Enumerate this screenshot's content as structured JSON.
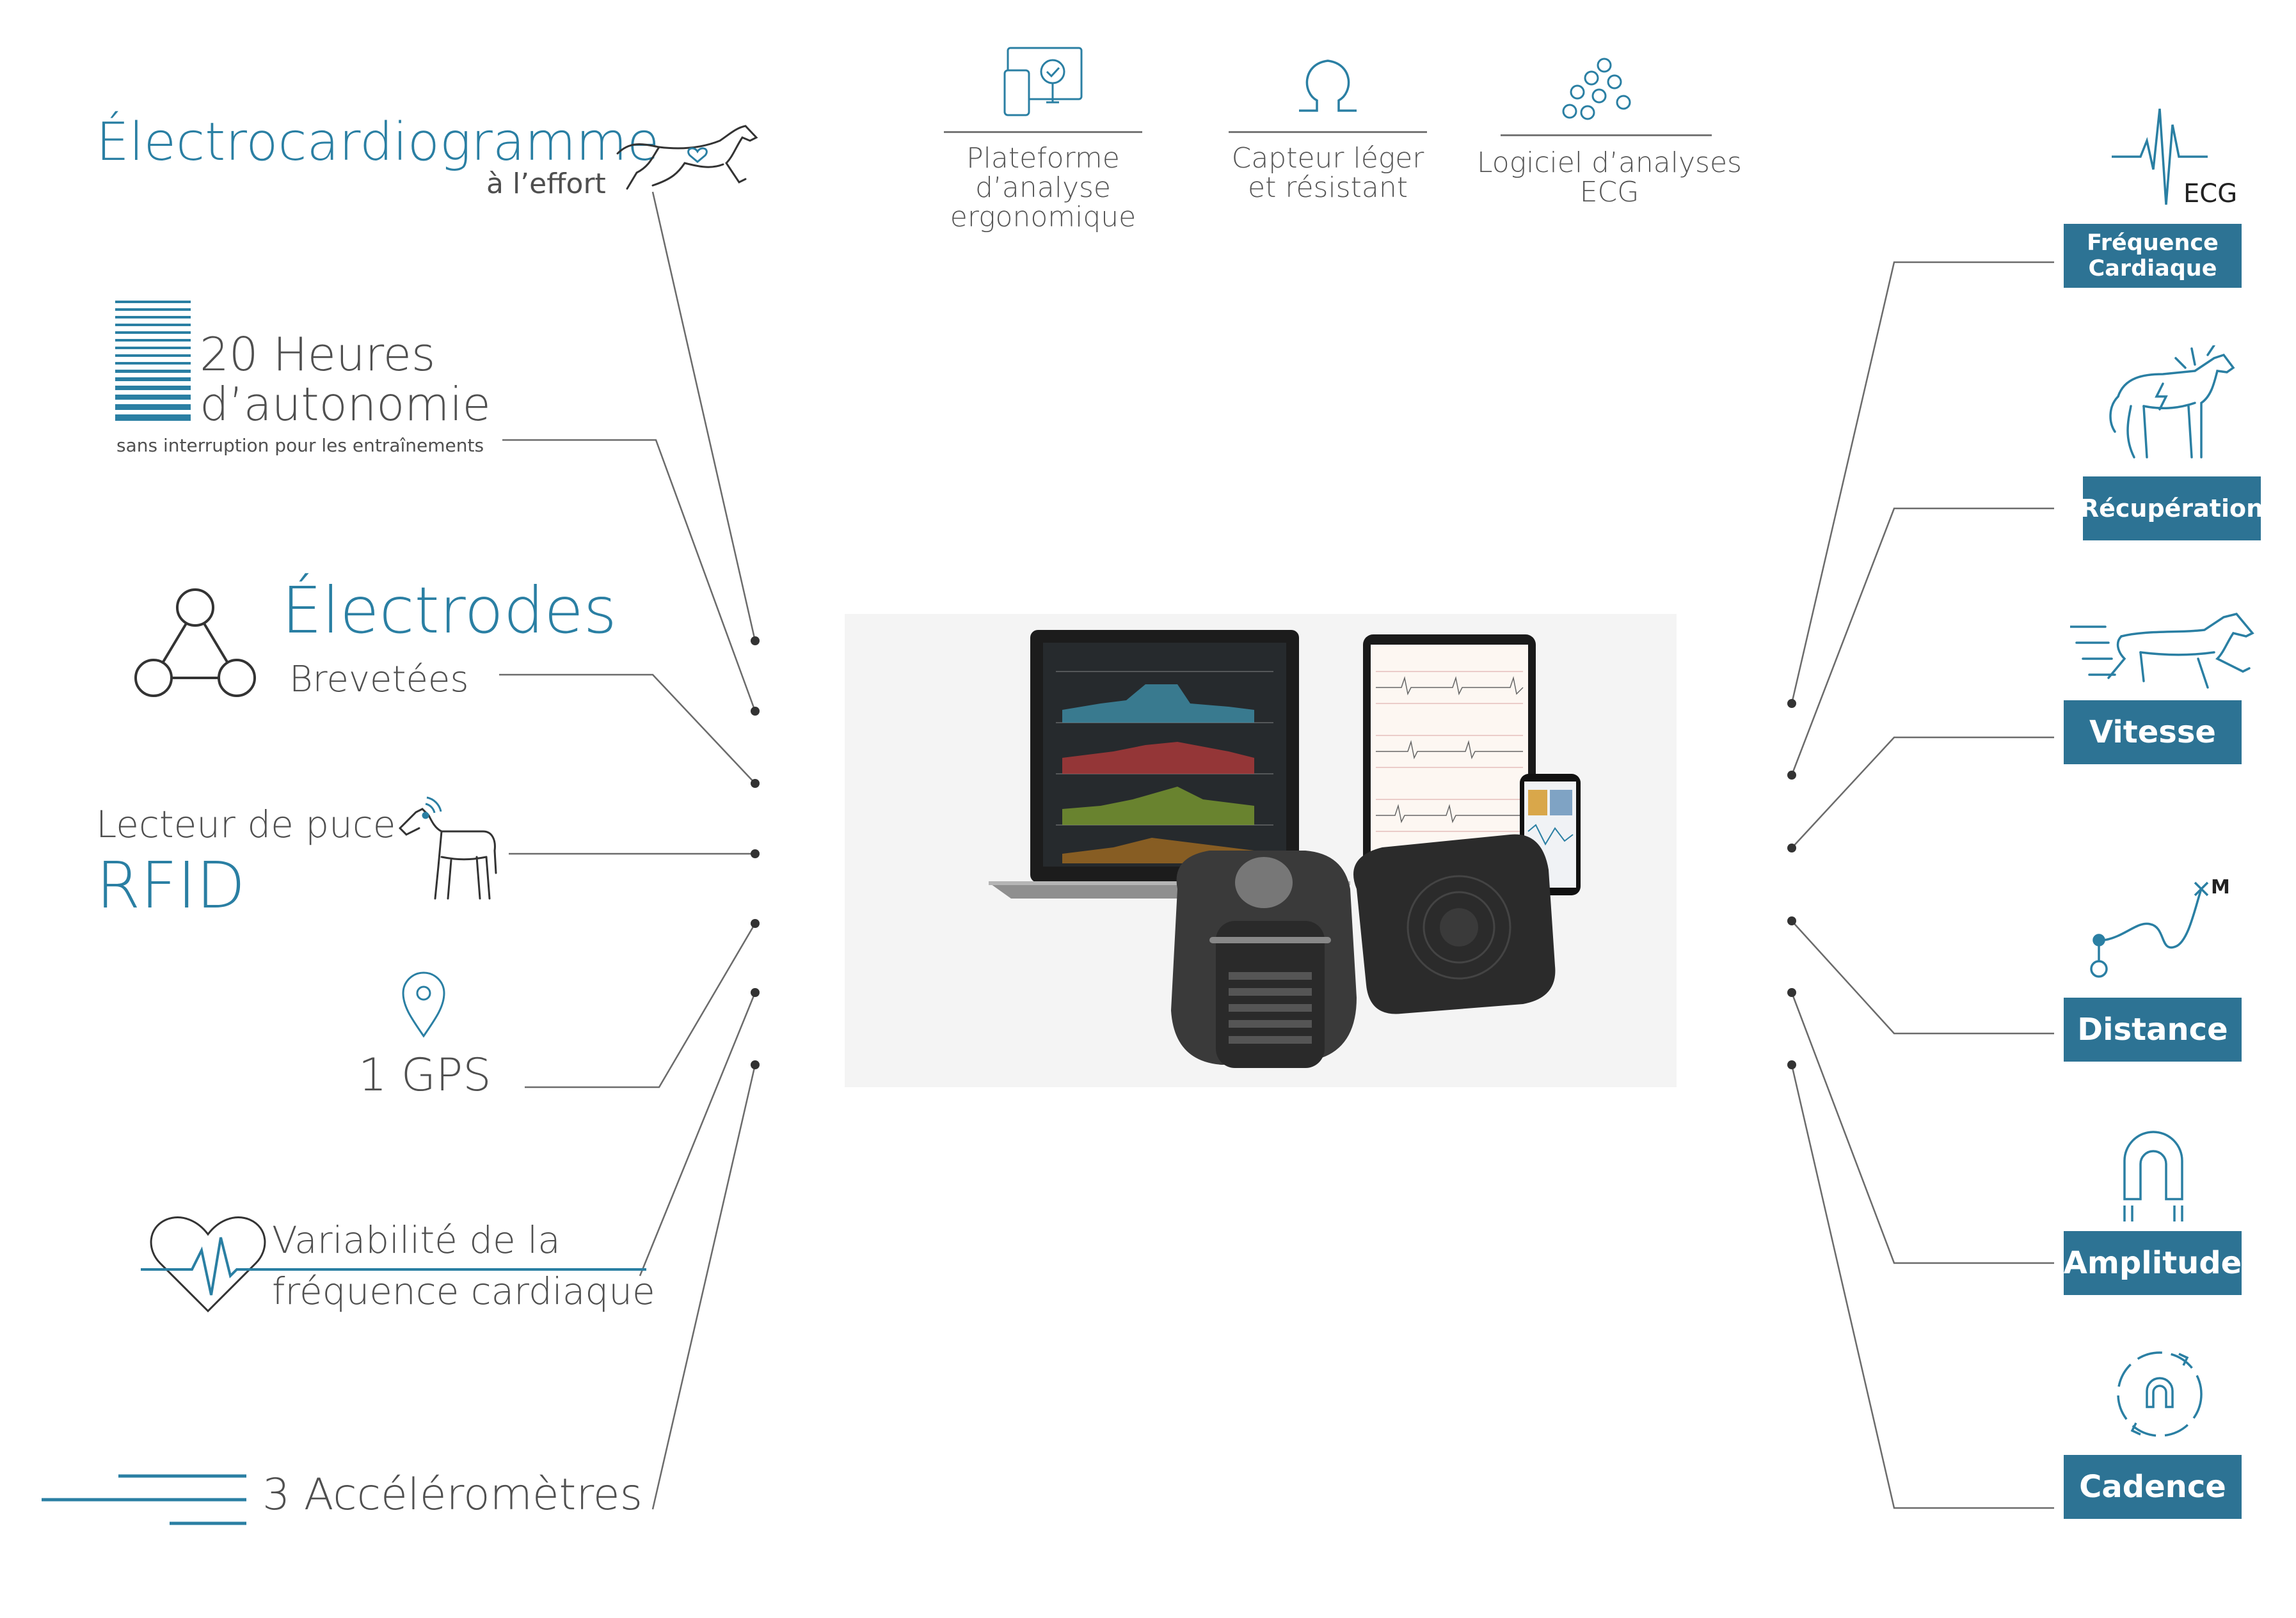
{
  "top_features": [
    {
      "icon": "monitor-analysis-icon",
      "line1": "Plateforme d’analyse",
      "line2": "ergonomique"
    },
    {
      "icon": "omega-sensor-icon",
      "line1": "Capteur léger",
      "line2": "et résistant"
    },
    {
      "icon": "molecule-bubbles-icon",
      "line1": "Logiciel d’analyses",
      "line2": "ECG"
    }
  ],
  "left_features": {
    "ecg": {
      "title": "Électrocardiogramme",
      "subtitle": "à l’effort",
      "icon": "galloping-horse-heart-icon"
    },
    "autonomy": {
      "line1": "20 Heures",
      "line2": "d’autonomie",
      "note": "sans interruption pour les entraînements",
      "icon": "battery-lines-icon"
    },
    "electrodes": {
      "title": "Électrodes",
      "subtitle": "Brevetées",
      "icon": "triangle-nodes-icon"
    },
    "rfid": {
      "line1": "Lecteur de puce",
      "line2": "RFID",
      "icon": "horse-rfid-signal-icon"
    },
    "gps": {
      "label": "1 GPS",
      "icon": "location-pin-icon"
    },
    "hrv": {
      "line1": "Variabilité de la",
      "line2": "fréquence cardiaque",
      "icon": "heart-pulse-icon"
    },
    "accel": {
      "label": "3 Accéléromètres",
      "icon": "speed-lines-icon"
    }
  },
  "right_features": [
    {
      "label": "Fréquence Cardiaque",
      "icon": "ecg-wave-icon",
      "icon_text": "ECG"
    },
    {
      "label": "Récupération",
      "icon": "horse-lightning-icon"
    },
    {
      "label": "Vitesse",
      "icon": "running-horse-icon"
    },
    {
      "label": "Distance",
      "icon": "path-route-icon",
      "icon_text": "M"
    },
    {
      "label": "Amplitude",
      "icon": "horseshoe-icon"
    },
    {
      "label": "Cadence",
      "icon": "horseshoe-cycle-icon"
    }
  ],
  "colors": {
    "accent_blue": "#2a7fa3",
    "label_box": "#2d7394",
    "text_gray": "#4f4f4f",
    "line_gray": "#6b6b6b"
  }
}
